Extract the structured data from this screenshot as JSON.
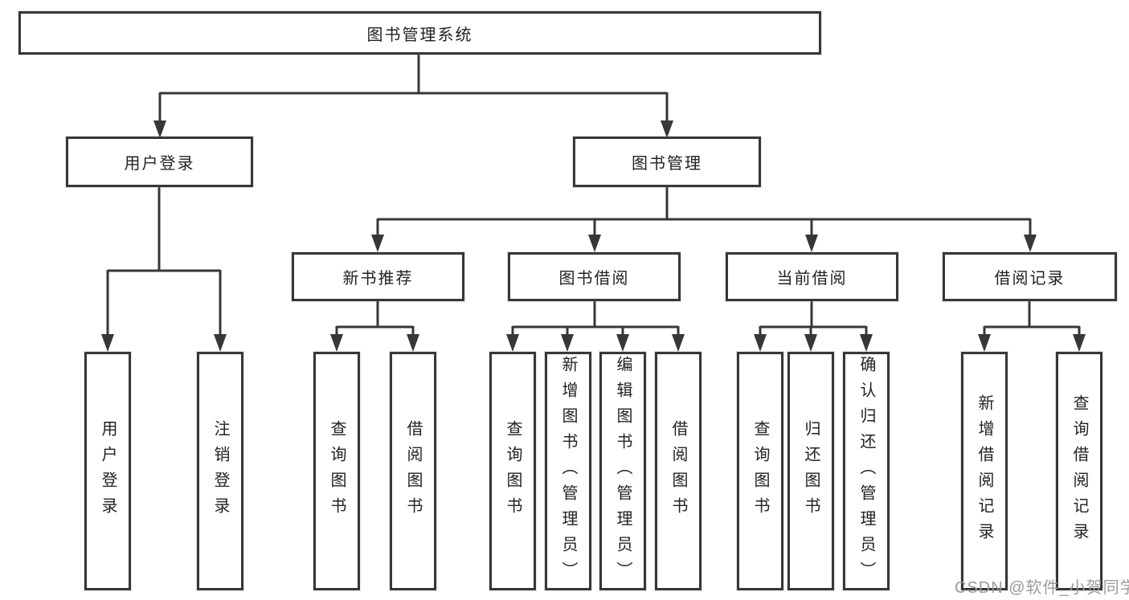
{
  "diagram": {
    "title": "图书管理系统",
    "branches": {
      "user_login": {
        "label": "用户登录",
        "children": {
          "login": "用户登录",
          "logout": "注销登录"
        }
      },
      "book_management": {
        "label": "图书管理",
        "children": {
          "new_book_recommend": {
            "label": "新书推荐",
            "children": {
              "query": "查询图书",
              "borrow": "借阅图书"
            }
          },
          "book_borrow": {
            "label": "图书借阅",
            "children": {
              "query": "查询图书",
              "add": "新增图书（管理员）",
              "edit": "编辑图书（管理员）",
              "borrow": "借阅图书"
            }
          },
          "current_borrow": {
            "label": "当前借阅",
            "children": {
              "query": "查询图书",
              "return": "归还图书",
              "confirm": "确认归还（管理员）"
            }
          },
          "borrow_records": {
            "label": "借阅记录",
            "children": {
              "add": "新增借阅记录",
              "query": "查询借阅记录"
            }
          }
        }
      }
    }
  },
  "watermark": "CSDN @软件_小贺同学",
  "colors": {
    "line": "#373737",
    "text": "#222222",
    "background": "#ffffff",
    "watermark": "#9b9b9b"
  }
}
